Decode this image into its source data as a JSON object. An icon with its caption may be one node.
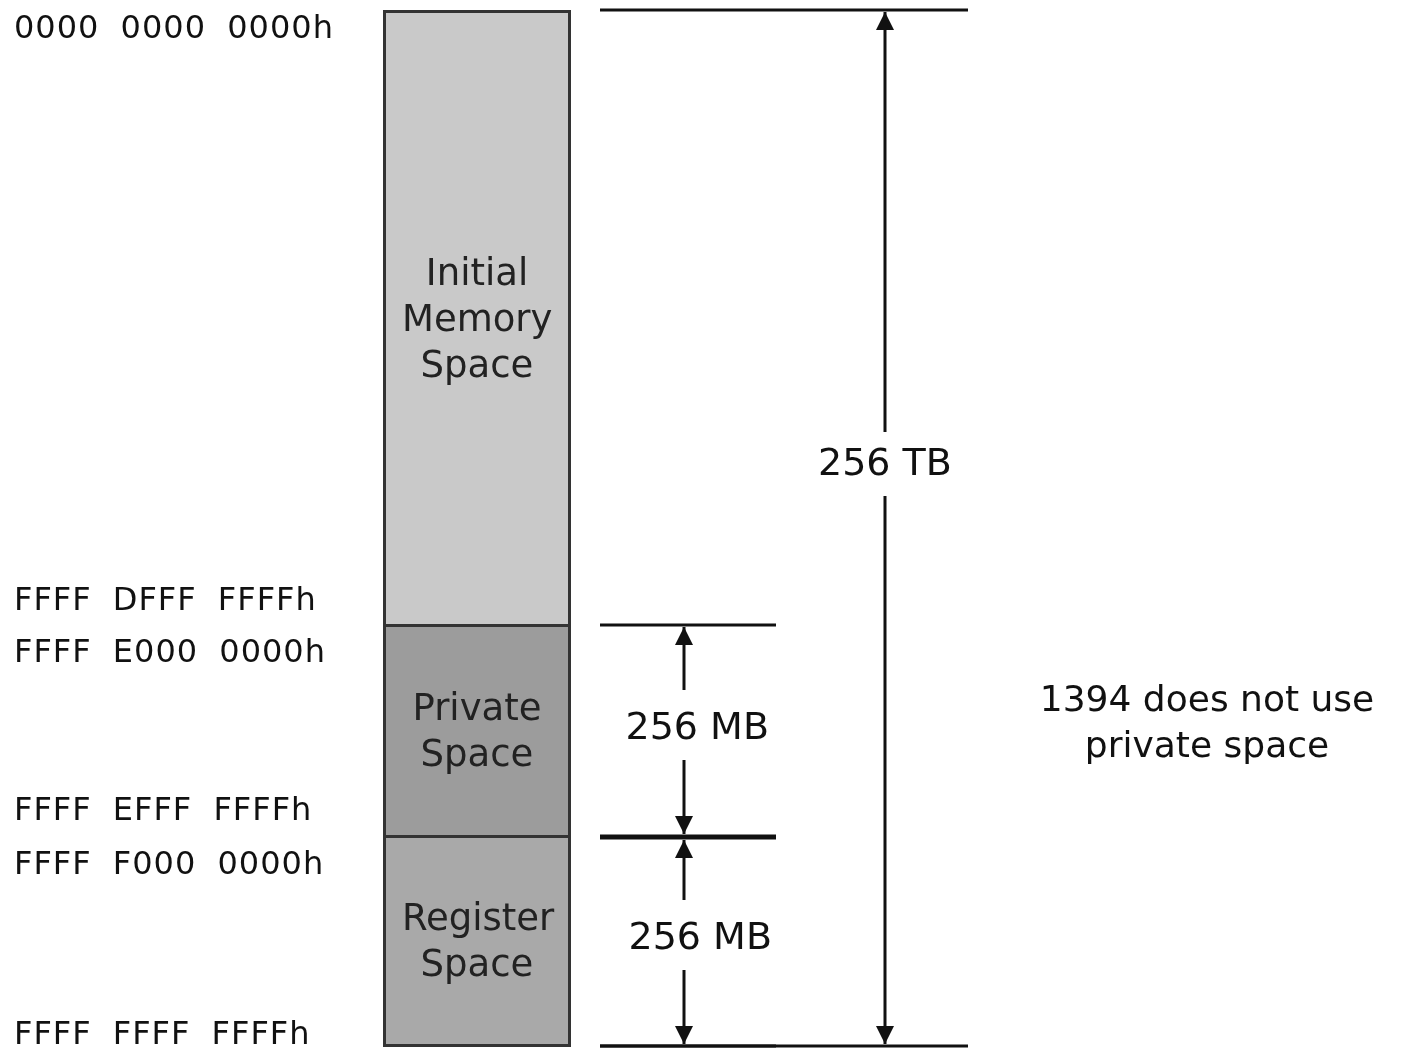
{
  "diagram": {
    "nodes": [
      {
        "text": [
          "Initial Memory Space"
        ]
      },
      {
        "text": [
          "Private Space"
        ]
      },
      {
        "text": [
          "Register Space"
        ]
      }
    ],
    "labels": [
      "0000 0000 0000h",
      "256 TB",
      "FFFF DFFF FFFFh",
      "FFFF E000 0000h",
      "256 MB",
      "1394 does not use private space",
      "FFFF EFFF FFFFh",
      "FFFF F000 0000h",
      "256 MB",
      "FFFF FFFF FFFFh"
    ]
  }
}
